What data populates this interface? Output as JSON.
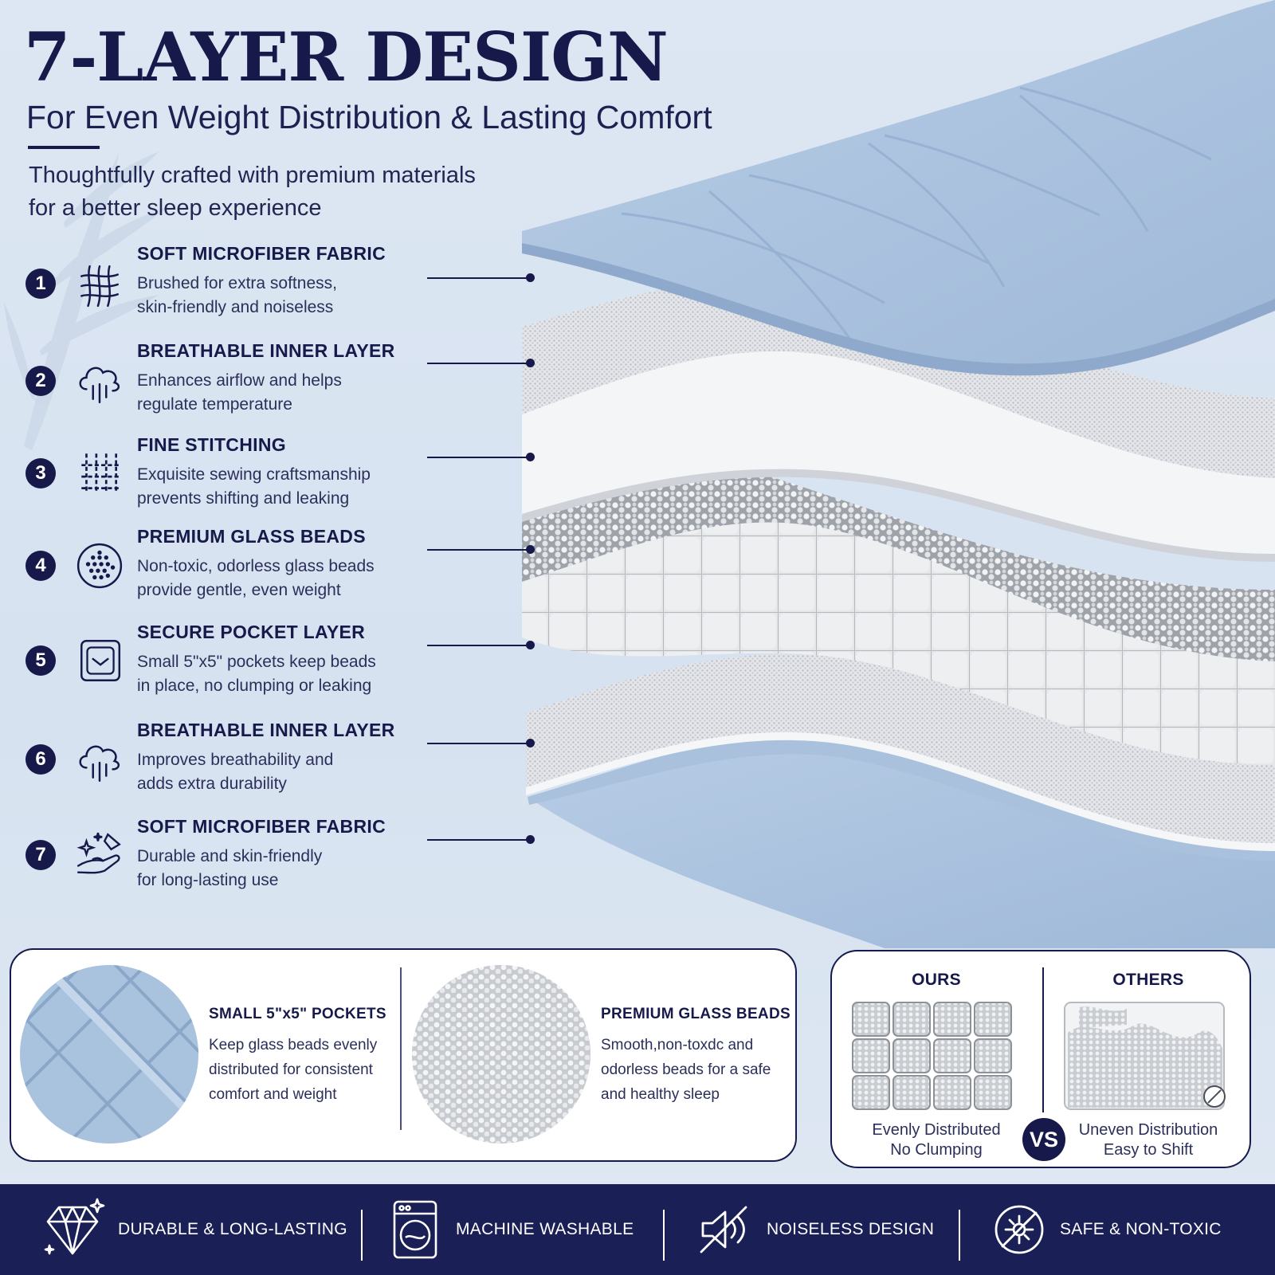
{
  "header": {
    "title": "7-LAYER DESIGN",
    "subtitle": "For Even Weight Distribution & Lasting Comfort",
    "intro_line1": "Thoughtfully crafted with premium materials",
    "intro_line2": "for a better sleep experience"
  },
  "layers": [
    {
      "number": "1",
      "icon": "microfiber-icon",
      "name": "SOFT MICROFIBER FABRIC",
      "line1": "Brushed for extra softness,",
      "line2": "skin-friendly and noiseless"
    },
    {
      "number": "2",
      "icon": "breathable-cloud-icon",
      "name": "BREATHABLE INNER LAYER",
      "line1": "Enhances airflow and helps",
      "line2": "regulate temperature"
    },
    {
      "number": "3",
      "icon": "stitching-icon",
      "name": "FINE STITCHING",
      "line1": "Exquisite sewing craftsmanship",
      "line2": "prevents shifting and leaking"
    },
    {
      "number": "4",
      "icon": "glass-beads-icon",
      "name": "PREMIUM GLASS BEADS",
      "line1": "Non-toxic, odorless glass beads",
      "line2": "provide gentle, even weight"
    },
    {
      "number": "5",
      "icon": "pocket-icon",
      "name": "SECURE POCKET LAYER",
      "line1": "Small 5\"x5\" pockets keep beads",
      "line2": "in place, no clumping or leaking"
    },
    {
      "number": "6",
      "icon": "breathable-cloud-icon",
      "name": "BREATHABLE INNER LAYER",
      "line1": "Improves breathability and",
      "line2": "adds extra durability"
    },
    {
      "number": "7",
      "icon": "skin-friendly-hand-icon",
      "name": "SOFT MICROFIBER FABRIC",
      "line1": "Durable and skin-friendly",
      "line2": "for long-lasting use"
    }
  ],
  "features": [
    {
      "title": "SMALL 5\"x5\" POCKETS",
      "line1": "Keep glass beads evenly",
      "line2": "distributed for consistent",
      "line3": "comfort and weight"
    },
    {
      "title": "PREMIUM GLASS BEADS",
      "line1": "Smooth,non-toxdc and",
      "line2": "odorless beads for a safe",
      "line3": "and healthy sleep"
    }
  ],
  "comparison": {
    "ours_title": "OURS",
    "ours_line1": "Evenly Distributed",
    "ours_line2": "No Clumping",
    "vs": "VS",
    "others_title": "OTHERS",
    "others_line1": "Uneven Distribution",
    "others_line2": "Easy to Shift"
  },
  "footer": [
    {
      "icon": "diamond-icon",
      "label": "DURABLE & LONG-LASTING"
    },
    {
      "icon": "washing-machine-icon",
      "label": "MACHINE WASHABLE"
    },
    {
      "icon": "mute-sound-icon",
      "label": "NOISELESS DESIGN"
    },
    {
      "icon": "non-toxic-icon",
      "label": "SAFE & NON-TOXIC"
    }
  ],
  "colors": {
    "navy": "#16194a",
    "blanket_blue": "#a8c2de",
    "background": "#dbe5f1"
  }
}
